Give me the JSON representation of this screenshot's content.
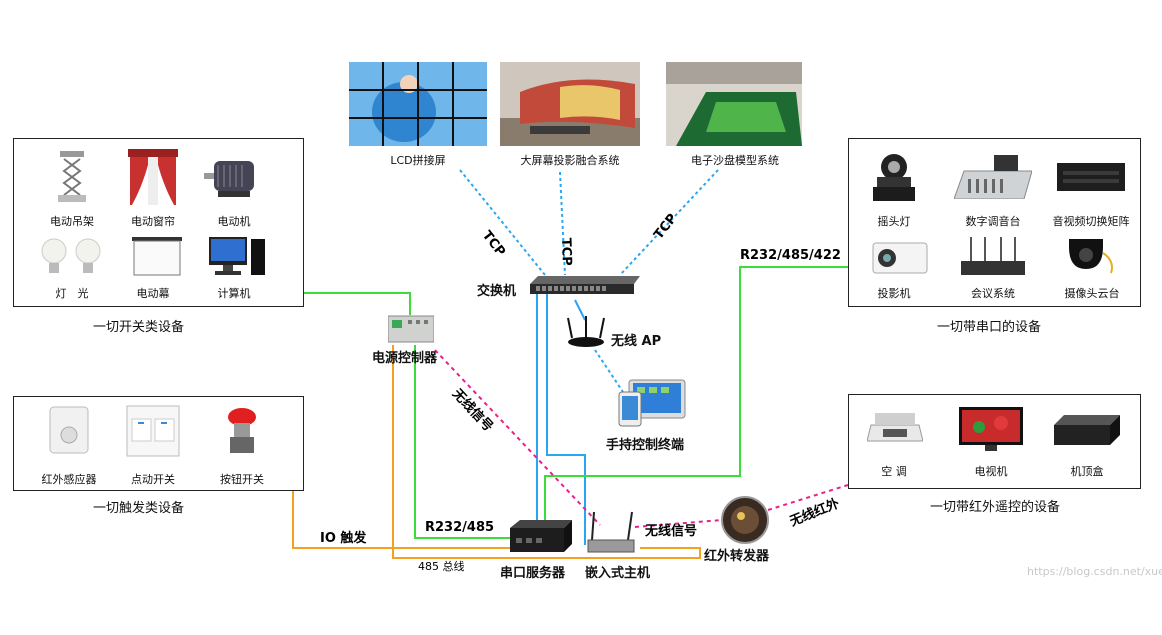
{
  "top_displays": [
    {
      "label": "LCD拼接屏"
    },
    {
      "label": "大屏幕投影融合系统"
    },
    {
      "label": "电子沙盘模型系统"
    }
  ],
  "switch_devices": {
    "items": [
      "电动吊架",
      "电动窗帘",
      "电动机",
      "灯　光",
      "电动幕",
      "计算机"
    ],
    "caption": "一切开关类设备"
  },
  "trigger_devices": {
    "items": [
      "红外感应器",
      "点动开关",
      "按钮开关"
    ],
    "caption": "一切触发类设备"
  },
  "serial_devices": {
    "items": [
      "摇头灯",
      "数字调音台",
      "音视频切换矩阵",
      "投影机",
      "会议系统",
      "摄像头云台"
    ],
    "caption": "一切带串口的设备"
  },
  "ir_devices": {
    "items": [
      "空 调",
      "电视机",
      "机顶盒"
    ],
    "caption": "一切带红外遥控的设备"
  },
  "nodes": {
    "switch": "交换机",
    "wifi_ap": "无线 AP",
    "handheld": "手持控制终端",
    "power_controller": "电源控制器",
    "serial_server": "串口服务器",
    "embedded_host": "嵌入式主机",
    "ir_forwarder": "红外转发器"
  },
  "links": {
    "tcp": "TCP",
    "r232_485_422": "R232/485/422",
    "wireless_signal_1": "无线信号",
    "wireless_signal_2": "无线信号",
    "wireless_ir": "无线红外",
    "r232_485": "R232/485",
    "io_trigger": "IO 触发",
    "bus_485": "485 总线"
  },
  "watermark": "https://blog.csdn.net/xue",
  "colors": {
    "green": "#3ddc3d",
    "blue": "#2aa6f0",
    "orange": "#f5a020",
    "magenta": "#e8208a"
  }
}
